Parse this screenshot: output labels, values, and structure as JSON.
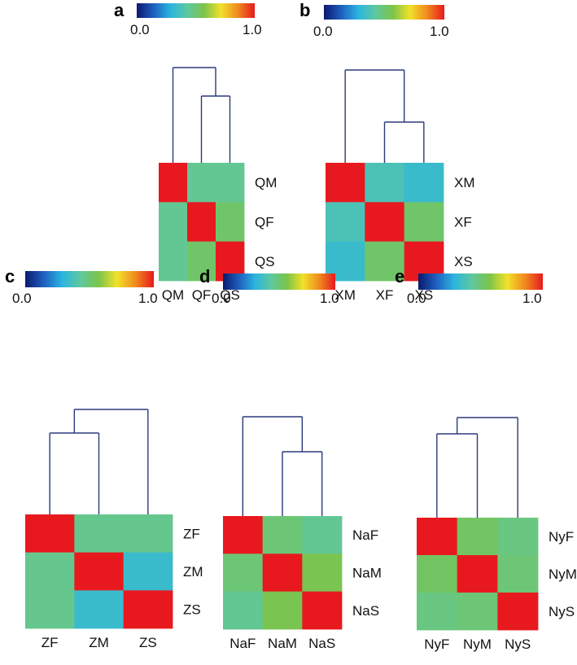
{
  "colorbar": {
    "stops": [
      "#0a1a6e",
      "#1f5fbf",
      "#2ab5e0",
      "#5ec8a0",
      "#7cc44a",
      "#f2e12a",
      "#f08a1e",
      "#e8191e"
    ]
  },
  "chart_data": [
    {
      "type": "heatmap",
      "panel": "a",
      "colorbar": {
        "min_label": "0.0",
        "max_label": "1.0",
        "range": [
          0,
          1
        ]
      },
      "row_labels": [
        "QM",
        "QF",
        "QS"
      ],
      "col_labels": [
        "QM",
        "QF",
        "QS"
      ],
      "values": [
        [
          1.0,
          0.45,
          0.45
        ],
        [
          0.45,
          1.0,
          0.52
        ],
        [
          0.45,
          0.52,
          1.0
        ]
      ],
      "dendrogram": {
        "order": [
          "QM",
          "QF",
          "QS"
        ],
        "merges": [
          [
            "QF",
            "QS"
          ],
          [
            "QM",
            "QF+QS"
          ]
        ]
      },
      "row_labels_side": "right"
    },
    {
      "type": "heatmap",
      "panel": "b",
      "colorbar": {
        "min_label": "0.0",
        "max_label": "1.0",
        "range": [
          0,
          1
        ]
      },
      "row_labels": [
        "XM",
        "XF",
        "XS"
      ],
      "col_labels": [
        "XM",
        "XF",
        "XS"
      ],
      "values": [
        [
          1.0,
          0.38,
          0.33
        ],
        [
          0.38,
          1.0,
          0.52
        ],
        [
          0.33,
          0.52,
          1.0
        ]
      ],
      "dendrogram": {
        "order": [
          "XM",
          "XF",
          "XS"
        ],
        "merges": [
          [
            "XF",
            "XS"
          ],
          [
            "XM",
            "XF+XS"
          ]
        ]
      },
      "row_labels_side": "right"
    },
    {
      "type": "heatmap",
      "panel": "c",
      "colorbar": {
        "min_label": "0.0",
        "max_label": "1.0",
        "range": [
          0,
          1
        ]
      },
      "row_labels": [
        "ZF",
        "ZM",
        "ZS"
      ],
      "col_labels": [
        "ZF",
        "ZM",
        "ZS"
      ],
      "values": [
        [
          1.0,
          0.46,
          0.46
        ],
        [
          0.46,
          1.0,
          0.33
        ],
        [
          0.46,
          0.33,
          1.0
        ]
      ],
      "dendrogram": {
        "order": [
          "ZF",
          "ZM",
          "ZS"
        ],
        "merges": [
          [
            "ZF",
            "ZM"
          ],
          [
            "ZF+ZM",
            "ZS"
          ]
        ]
      },
      "row_labels_side": "right"
    },
    {
      "type": "heatmap",
      "panel": "d",
      "colorbar": {
        "min_label": "0.0",
        "max_label": "1.0",
        "range": [
          0,
          1
        ]
      },
      "row_labels": [
        "NaF",
        "NaM",
        "NaS"
      ],
      "col_labels": [
        "NaF",
        "NaM",
        "NaS"
      ],
      "values": [
        [
          1.0,
          0.5,
          0.45
        ],
        [
          0.5,
          1.0,
          0.56
        ],
        [
          0.45,
          0.56,
          1.0
        ]
      ],
      "dendrogram": {
        "order": [
          "NaF",
          "NaM",
          "NaS"
        ],
        "merges": [
          [
            "NaM",
            "NaS"
          ],
          [
            "NaF",
            "NaM+NaS"
          ]
        ]
      },
      "row_labels_side": "right"
    },
    {
      "type": "heatmap",
      "panel": "e",
      "colorbar": {
        "min_label": "0.0",
        "max_label": "1.0",
        "range": [
          0,
          1
        ]
      },
      "row_labels": [
        "NyF",
        "NyM",
        "NyS"
      ],
      "col_labels": [
        "NyF",
        "NyM",
        "NyS"
      ],
      "values": [
        [
          1.0,
          0.53,
          0.48
        ],
        [
          0.53,
          1.0,
          0.5
        ],
        [
          0.48,
          0.5,
          1.0
        ]
      ],
      "dendrogram": {
        "order": [
          "NyF",
          "NyM",
          "NyS"
        ],
        "merges": [
          [
            "NyF",
            "NyM"
          ],
          [
            "NyF+NyM",
            "NyS"
          ]
        ]
      },
      "row_labels_side": "right"
    }
  ]
}
